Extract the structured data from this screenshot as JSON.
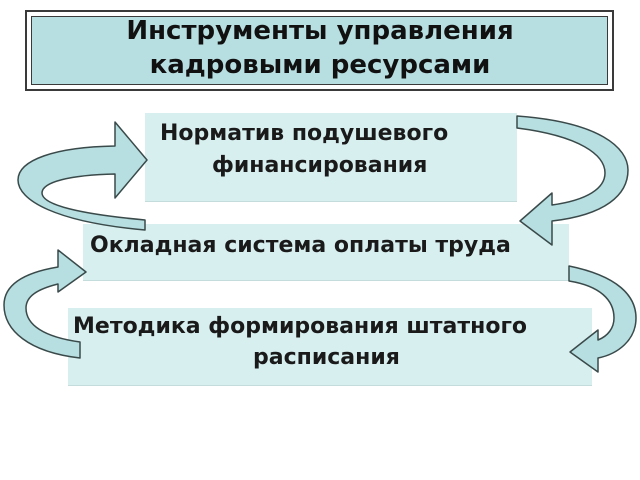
{
  "title": {
    "line1": "Инструменты управления",
    "line2": "кадровыми  ресурсами"
  },
  "items": [
    {
      "line1": "Норматив подушевого",
      "line2": "финансирования"
    },
    {
      "line1": "Окладная система оплаты труда"
    },
    {
      "line1": "Методика формирования штатного",
      "line2": "расписания"
    }
  ],
  "colors": {
    "title_fill": "#b7dee0",
    "box_fill": "#d8eff0",
    "arrow_fill": "#b7dee0",
    "arrow_stroke": "#3a4a4a"
  }
}
